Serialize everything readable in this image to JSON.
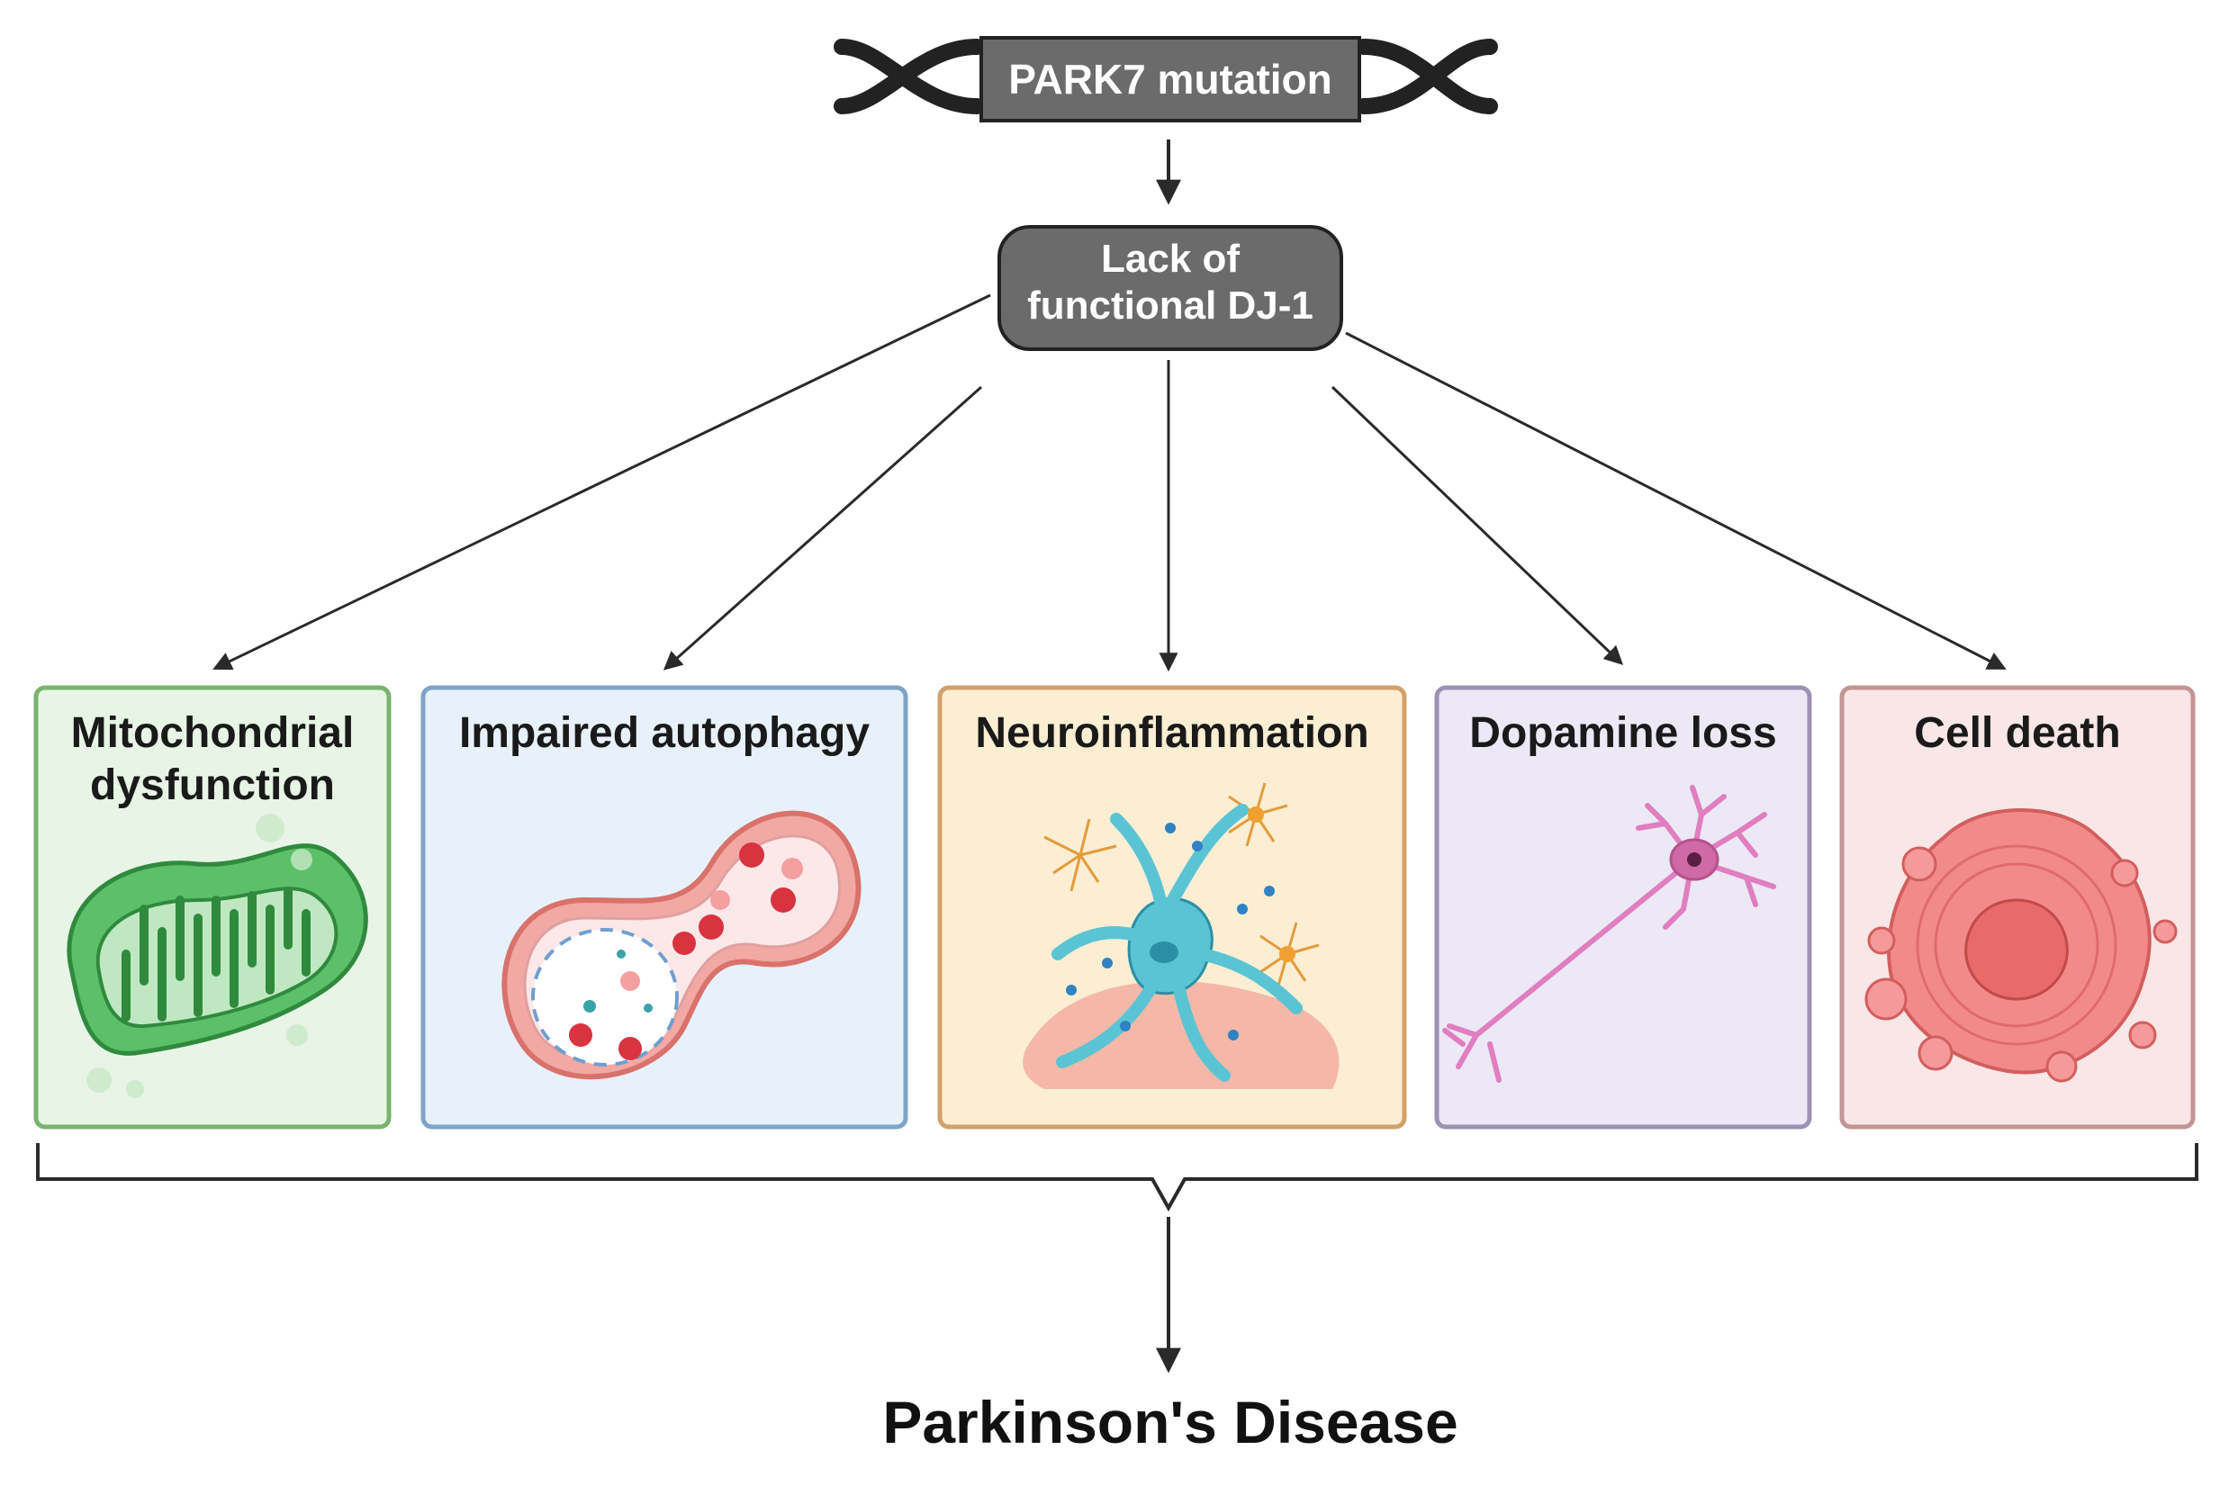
{
  "diagram": {
    "top_node": {
      "label": "PARK7 mutation"
    },
    "mid_node": {
      "line1": "Lack of",
      "line2": "functional DJ-1"
    },
    "effects": [
      {
        "line1": "Mitochondrial",
        "line2": "dysfunction",
        "icon": "mitochondrion-icon"
      },
      {
        "line1": "Impaired autophagy",
        "line2": "",
        "icon": "autophagosome-icon"
      },
      {
        "line1": "Neuroinflammation",
        "line2": "",
        "icon": "microglia-astrocyte-icon"
      },
      {
        "line1": "Dopamine loss",
        "line2": "",
        "icon": "neuron-icon"
      },
      {
        "line1": "Cell death",
        "line2": "",
        "icon": "dying-cell-icon"
      }
    ],
    "outcome": {
      "label": "Parkinson's Disease"
    }
  },
  "colors": {
    "node_fill": "#6b6b6b",
    "arrow": "#2a2a2a",
    "box_mito": "#e8f5e6",
    "box_mito_border": "#79b46f",
    "box_auto": "#e8f1fb",
    "box_auto_border": "#7ea4c8",
    "box_neuro": "#fbeed2",
    "box_neuro_border": "#d2a06b",
    "box_dopa": "#ece8f5",
    "box_dopa_border": "#9c92b4",
    "box_death": "#f9e6e6",
    "box_death_border": "#c39595"
  }
}
